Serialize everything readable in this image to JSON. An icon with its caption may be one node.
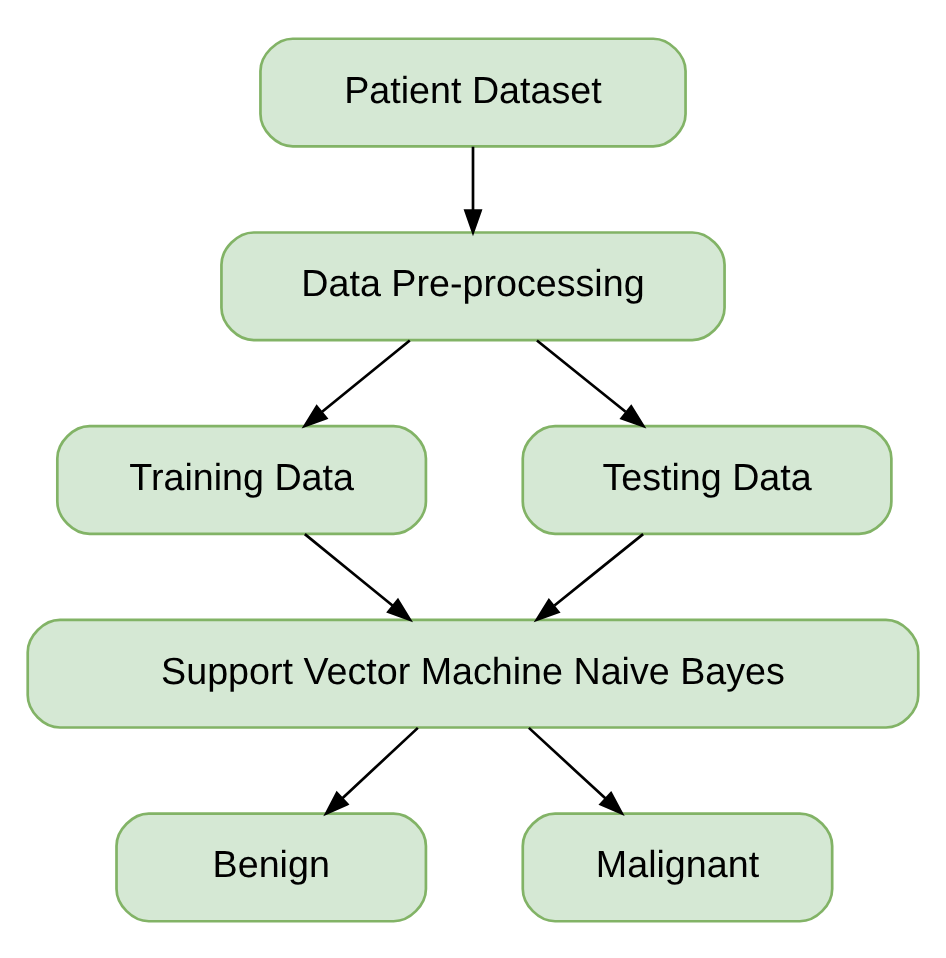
{
  "diagram": {
    "nodes": [
      {
        "text": [
          "Patient Dataset"
        ]
      },
      {
        "text": [
          "Data Pre-processing"
        ]
      },
      {
        "text": [
          "Training Data"
        ]
      },
      {
        "text": [
          "Testing Data"
        ]
      },
      {
        "text": [
          "Support Vector Machine Naive Bayes"
        ]
      },
      {
        "text": [
          "Benign"
        ]
      },
      {
        "text": [
          "Malignant"
        ]
      }
    ],
    "edges": [
      {
        "from": 0,
        "to": 1,
        "arrow": "to"
      },
      {
        "from": 1,
        "to": 2,
        "arrow": "to"
      },
      {
        "from": 1,
        "to": 3,
        "arrow": "to"
      },
      {
        "from": 2,
        "to": 4,
        "arrow": "to"
      },
      {
        "from": 3,
        "to": 4,
        "arrow": "to"
      },
      {
        "from": 4,
        "to": 5,
        "arrow": "to"
      },
      {
        "from": 4,
        "to": 6,
        "arrow": "to"
      }
    ]
  }
}
